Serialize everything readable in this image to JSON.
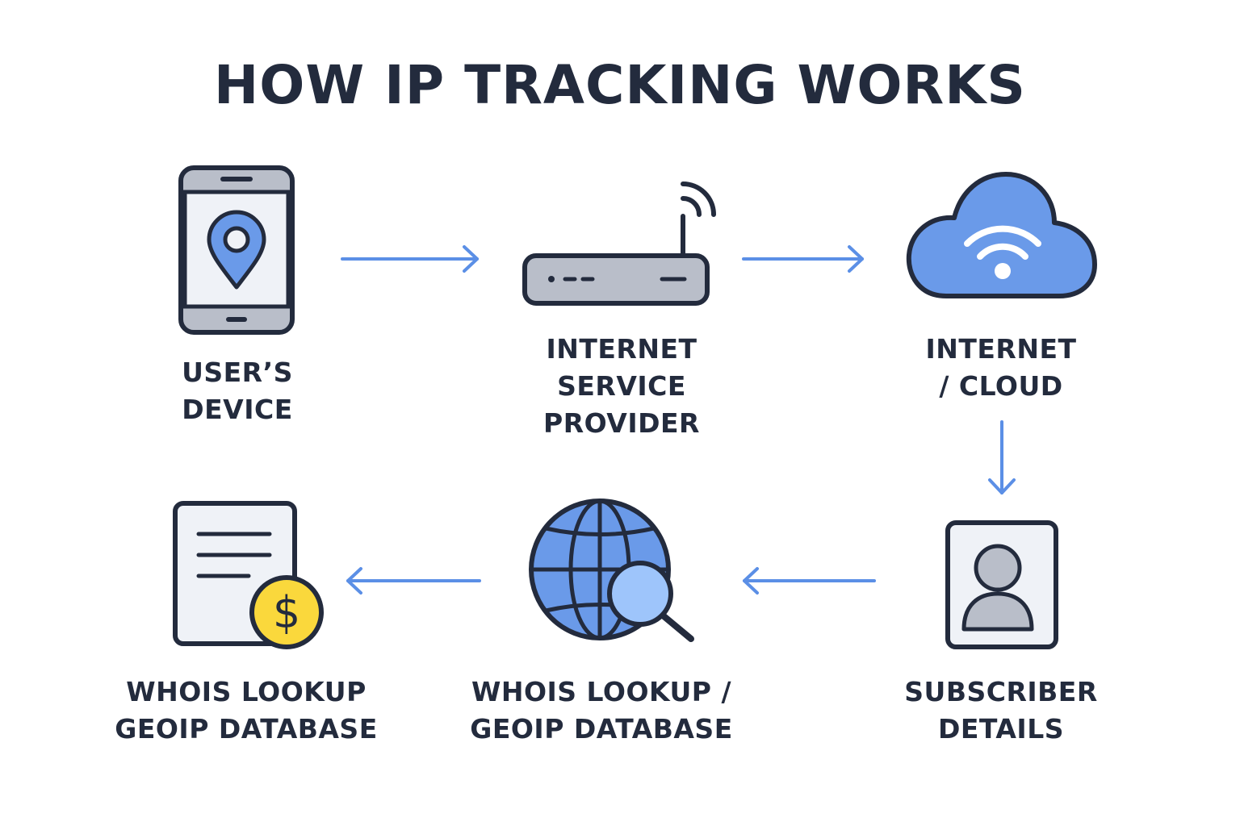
{
  "title": "HOW IP TRACKING WORKS",
  "colors": {
    "ink": "#232b3d",
    "accent_blue": "#6a9ae9",
    "arrow_blue": "#5b8fe6",
    "device_gray": "#b9bec9",
    "panel_light": "#eff2f7",
    "coin_yellow": "#fad83c"
  },
  "nodes": [
    {
      "id": "device",
      "icon": "smartphone-location-icon",
      "label": "USER’S\nDEVICE"
    },
    {
      "id": "isp",
      "icon": "router-icon",
      "label": "INTERNET\nSERVICE\nPROVIDER"
    },
    {
      "id": "cloud",
      "icon": "cloud-wifi-icon",
      "label": "INTERNET\n/ CLOUD"
    },
    {
      "id": "subscriber",
      "icon": "user-card-icon",
      "label": "SUBSCRIBER\nDETAILS"
    },
    {
      "id": "lookup",
      "icon": "globe-search-icon",
      "label": "WHOIS LOOKUP /\n GEOIP DATABASE"
    },
    {
      "id": "billing",
      "icon": "document-dollar-icon",
      "label": "WHOIS LOOKUP\nGEOIP DATABASE"
    }
  ],
  "edges": [
    {
      "from": "device",
      "to": "isp"
    },
    {
      "from": "isp",
      "to": "cloud"
    },
    {
      "from": "cloud",
      "to": "subscriber"
    },
    {
      "from": "subscriber",
      "to": "lookup"
    },
    {
      "from": "lookup",
      "to": "billing"
    }
  ]
}
